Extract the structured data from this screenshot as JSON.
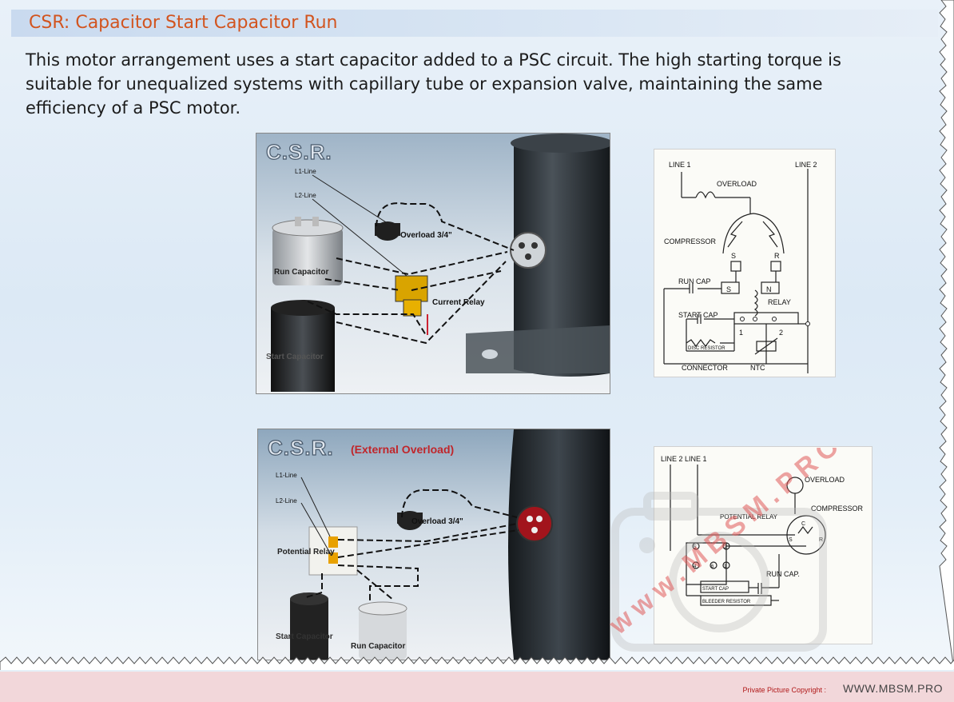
{
  "header": {
    "title": "CSR: Capacitor Start Capacitor Run"
  },
  "intro": "This motor arrangement uses a start capacitor added to a PSC circuit. The high starting torque is suitable for unequalized systems with capillary tube or expansion valve, maintaining the same efficiency of a PSC motor.",
  "figure1": {
    "title": "C.S.R.",
    "labels": {
      "l1": "L1-Line",
      "l2": "L2-Line",
      "overload": "Overload 3/4\"",
      "run_cap": "Run Capacitor",
      "relay": "Current Relay",
      "start_cap": "Start Capacitor"
    }
  },
  "schematic1": {
    "line1": "LINE 1",
    "line2": "LINE 2",
    "overload": "OVERLOAD",
    "compressor": "COMPRESSOR",
    "s": "S",
    "r": "R",
    "n": "N",
    "run_cap": "RUN CAP",
    "relay": "RELAY",
    "start_cap": "START CAP",
    "disc_resistor": "DISC RESISTOR",
    "connector": "CONNECTOR",
    "ntc": "NTC",
    "t1": "1",
    "t2": "2"
  },
  "figure2": {
    "title": "C.S.R.",
    "subtitle": "(External Overload)",
    "labels": {
      "l1": "L1-Line",
      "l2": "L2-Line",
      "overload": "Overload 3/4\"",
      "relay": "Potential Relay",
      "start_cap": "Start Capacitor",
      "run_cap": "Run Capacitor"
    }
  },
  "schematic2": {
    "line": "LINE 2  LINE 1",
    "overload": "OVERLOAD",
    "compressor": "COMPRESSOR",
    "relay": "POTENTIAL RELAY",
    "run_cap": "RUN CAP.",
    "start_cap": "START CAP",
    "bleeder": "BLEEDER RESISTOR",
    "c": "C",
    "s": "S",
    "r": "R",
    "t5": "5",
    "t2": "2",
    "t4": "4",
    "t6": "6",
    "t1": "1"
  },
  "watermark": "www.MBSM.PRO",
  "footer": {
    "label": "Private Picture Copyright :",
    "url": "WWW.MBSM.PRO"
  },
  "colors": {
    "title": "#d2541f",
    "relay": "#e8b000",
    "watermark": "#e05a5a"
  }
}
